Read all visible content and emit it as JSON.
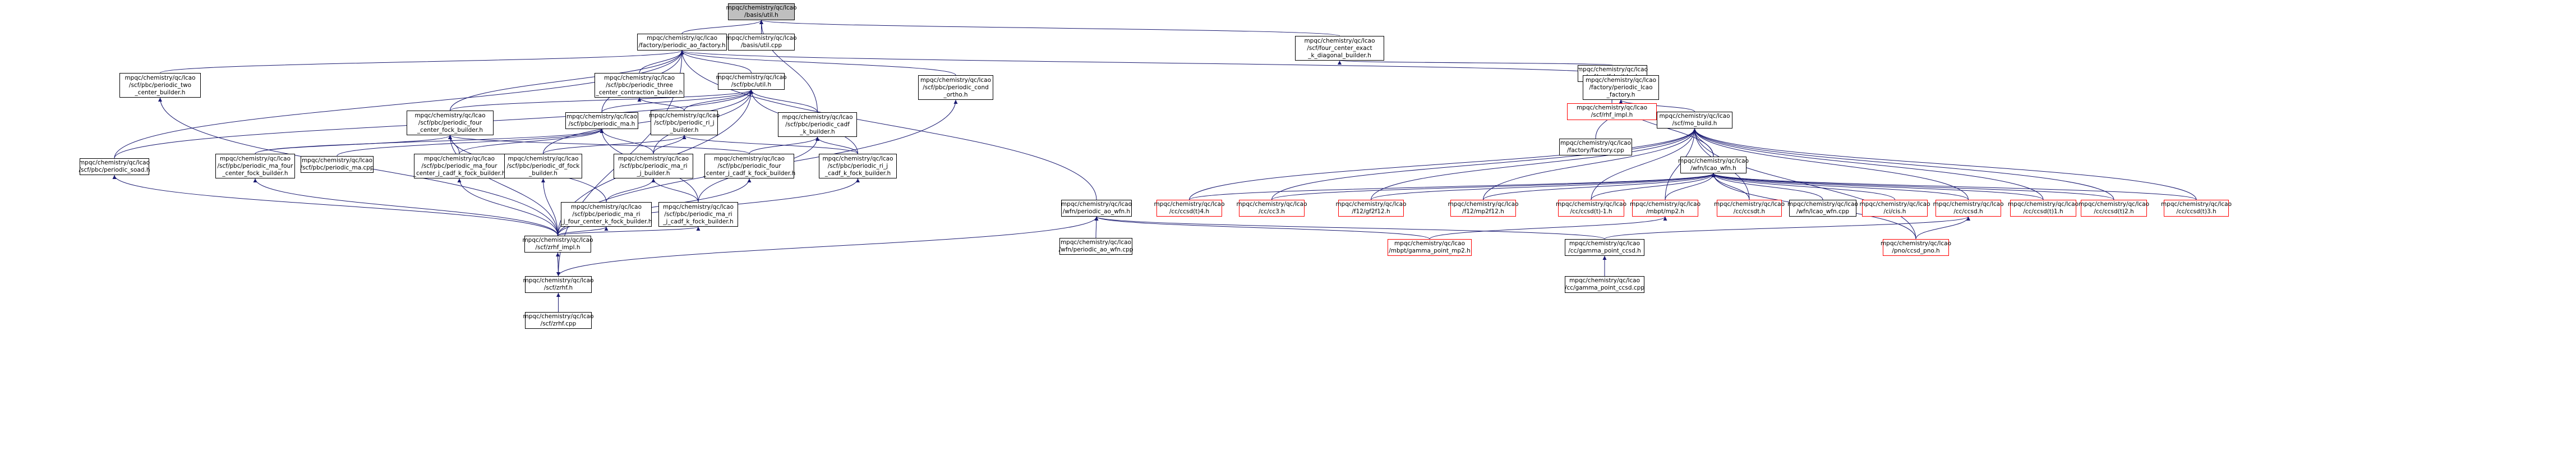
{
  "colors": {
    "edge": "#191970",
    "node_border": "#000000",
    "truncated_border": "#ff0000",
    "root_fill": "#bfbfbf",
    "background": "#ffffff"
  },
  "nodes": [
    {
      "id": "util_h",
      "label": "mpqc/chemistry/qc/lcao\n/basis/util.h",
      "root": true
    },
    {
      "id": "util_cpp",
      "label": "mpqc/chemistry/qc/lcao\n/basis/util.cpp"
    },
    {
      "id": "periodic_ao_factory",
      "label": "mpqc/chemistry/qc/lcao\n/factory/periodic_ao_factory.h"
    },
    {
      "id": "four_center_exact",
      "label": "mpqc/chemistry/qc/lcao\n/scf/four_center_exact\n_k_diagonal_builder.h"
    },
    {
      "id": "cadf_builder",
      "label": "mpqc/chemistry/qc/lcao\n/scf/cadf_builder.h"
    },
    {
      "id": "rhf_impl_red",
      "label": "mpqc/chemistry/qc/lcao\n/scf/rhf_impl.h",
      "red": true
    },
    {
      "id": "periodic_two_center",
      "label": "mpqc/chemistry/qc/lcao\n/scf/pbc/periodic_two\n_center_builder.h"
    },
    {
      "id": "periodic_three_center",
      "label": "mpqc/chemistry/qc/lcao\n/scf/pbc/periodic_three\n_center_contraction_builder.h"
    },
    {
      "id": "pbc_util",
      "label": "mpqc/chemistry/qc/lcao\n/scf/pbc/util.h"
    },
    {
      "id": "periodic_cond_ortho",
      "label": "mpqc/chemistry/qc/lcao\n/scf/pbc/periodic_cond\n_ortho.h"
    },
    {
      "id": "periodic_lcao_factory",
      "label": "mpqc/chemistry/qc/lcao\n/factory/periodic_lcao\n_factory.h"
    },
    {
      "id": "periodic_four_center_fock",
      "label": "mpqc/chemistry/qc/lcao\n/scf/pbc/periodic_four\n_center_fock_builder.h"
    },
    {
      "id": "periodic_ma",
      "label": "mpqc/chemistry/qc/lcao\n/scf/pbc/periodic_ma.h"
    },
    {
      "id": "periodic_ri_j",
      "label": "mpqc/chemistry/qc/lcao\n/scf/pbc/periodic_ri_j\n_builder.h"
    },
    {
      "id": "periodic_cadf_k",
      "label": "mpqc/chemistry/qc/lcao\n/scf/pbc/periodic_cadf\n_k_builder.h"
    },
    {
      "id": "factory_cpp",
      "label": "mpqc/chemistry/qc/lcao\n/factory/factory.cpp"
    },
    {
      "id": "to_build",
      "label": "mpqc/chemistry/qc/lcao\n/scf/mo_build.h"
    },
    {
      "id": "periodic_soad",
      "label": "mpqc/chemistry/qc/lcao\n/scf/pbc/periodic_soad.h"
    },
    {
      "id": "periodic_ma_four",
      "label": "mpqc/chemistry/qc/lcao\n/scf/pbc/periodic_ma_four\n_center_fock_builder.h"
    },
    {
      "id": "periodic_ma_cpp",
      "label": "mpqc/chemistry/qc/lcao\n/scf/pbc/periodic_ma.cpp"
    },
    {
      "id": "periodic_ma_four_j",
      "label": "mpqc/chemistry/qc/lcao\n/scf/pbc/periodic_ma_four\n_center_j_cadf_k_fock_builder.h"
    },
    {
      "id": "periodic_df_fock",
      "label": "mpqc/chemistry/qc/lcao\n/scf/pbc/periodic_df_fock\n_builder.h"
    },
    {
      "id": "periodic_ma_ri_j",
      "label": "mpqc/chemistry/qc/lcao\n/scf/pbc/periodic_ma_ri\n_j_builder.h"
    },
    {
      "id": "periodic_four_j_cadf",
      "label": "mpqc/chemistry/qc/lcao\n/scf/pbc/periodic_four\n_center_j_cadf_k_fock_builder.h"
    },
    {
      "id": "periodic_ri_j_cadf",
      "label": "mpqc/chemistry/qc/lcao\n/scf/pbc/periodic_ri_j\n_cadf_k_fock_builder.h"
    },
    {
      "id": "periodic_ma_ri_four",
      "label": "mpqc/chemistry/qc/lcao\n/scf/pbc/periodic_ma_ri\n_j_four_center_k_fock_builder.h"
    },
    {
      "id": "periodic_ma_ri_cadf",
      "label": "mpqc/chemistry/qc/lcao\n/scf/pbc/periodic_ma_ri\n_j_cadf_k_fock_builder.h"
    },
    {
      "id": "rhf_impl",
      "label": "mpqc/chemistry/qc/lcao\n/scf/zrhf_impl.h"
    },
    {
      "id": "periodic_ao_wfn",
      "label": "mpqc/chemistry/qc/lcao\n/wfn/periodic_ao_wfn.h"
    },
    {
      "id": "zrhf_h",
      "label": "mpqc/chemistry/qc/lcao\n/scf/zrhf.h"
    },
    {
      "id": "zrhf_cpp",
      "label": "mpqc/chemistry/qc/lcao\n/scf/zrhf.cpp"
    },
    {
      "id": "periodic_ao_wfn_cpp",
      "label": "mpqc/chemistry/qc/lcao\n/wfn/periodic_ao_wfn.cpp"
    },
    {
      "id": "lcao_wfn",
      "label": "mpqc/chemistry/qc/lcao\n/wfn/lcao_wfn.h"
    },
    {
      "id": "ccsdt4",
      "label": "mpqc/chemistry/qc/lcao\n/cc/ccsd(t)4.h",
      "red": true
    },
    {
      "id": "cc3",
      "label": "mpqc/chemistry/qc/lcao\n/cc/cc3.h",
      "red": true
    },
    {
      "id": "f12_gf2f12",
      "label": "mpqc/chemistry/qc/lcao\n/f12/gf2f12.h",
      "red": true
    },
    {
      "id": "f12_mp2f12",
      "label": "mpqc/chemistry/qc/lcao\n/f12/mp2f12.h",
      "red": true
    },
    {
      "id": "eomccsd",
      "label": "mpqc/chemistry/qc/lcao\n/cc/ccsd(t)-1.h",
      "red": true
    },
    {
      "id": "mbpt_mp2",
      "label": "mpqc/chemistry/qc/lcao\n/mbpt/mp2.h",
      "red": true
    },
    {
      "id": "ccsdt",
      "label": "mpqc/chemistry/qc/lcao\n/cc/ccsdt.h",
      "red": true
    },
    {
      "id": "wfn_lcao_cpp",
      "label": "mpqc/chemistry/qc/lcao\n/wfn/lcao_wfn.cpp"
    },
    {
      "id": "cis",
      "label": "mpqc/chemistry/qc/lcao\n/ci/cis.h",
      "red": true
    },
    {
      "id": "ccsd",
      "label": "mpqc/chemistry/qc/lcao\n/cc/ccsd.h",
      "red": true
    },
    {
      "id": "ccsdt1",
      "label": "mpqc/chemistry/qc/lcao\n/cc/ccsd(t)1.h",
      "red": true
    },
    {
      "id": "ccsdt2",
      "label": "mpqc/chemistry/qc/lcao\n/cc/ccsd(t)2.h",
      "red": true
    },
    {
      "id": "ccsdt3",
      "label": "mpqc/chemistry/qc/lcao\n/cc/ccsd(t)3.h",
      "red": true
    },
    {
      "id": "mbpt_gamma",
      "label": "mpqc/chemistry/qc/lcao\n/mbpt/gamma_point_mp2.h",
      "red": true
    },
    {
      "id": "gamma_ccsd",
      "label": "mpqc/chemistry/qc/lcao\n/cc/gamma_point_ccsd.h"
    },
    {
      "id": "gamma_ccsd_cpp",
      "label": "mpqc/chemistry/qc/lcao\n/cc/gamma_point_ccsd.cpp"
    },
    {
      "id": "eom_ccsd_pno",
      "label": "mpqc/chemistry/qc/lcao\n/pno/ccsd_pno.h",
      "red": true
    }
  ],
  "edges": [
    [
      "util_cpp",
      "util_h"
    ],
    [
      "periodic_ao_factory",
      "util_h"
    ],
    [
      "four_center_exact",
      "util_h"
    ],
    [
      "periodic_cadf_k",
      "util_h"
    ],
    [
      "cadf_builder",
      "four_center_exact"
    ],
    [
      "rhf_impl_red",
      "cadf_builder"
    ],
    [
      "periodic_two_center",
      "periodic_ao_factory"
    ],
    [
      "periodic_three_center",
      "periodic_ao_factory"
    ],
    [
      "pbc_util",
      "periodic_ao_factory"
    ],
    [
      "periodic_cond_ortho",
      "periodic_ao_factory"
    ],
    [
      "periodic_lcao_factory",
      "periodic_ao_factory"
    ],
    [
      "periodic_four_center_fock",
      "periodic_ao_factory"
    ],
    [
      "periodic_ma",
      "periodic_ao_factory"
    ],
    [
      "periodic_soad",
      "periodic_ao_factory"
    ],
    [
      "periodic_ao_wfn",
      "periodic_ao_factory"
    ],
    [
      "zrhf_h",
      "periodic_ao_factory"
    ],
    [
      "rhf_impl",
      "periodic_two_center"
    ],
    [
      "periodic_ri_j",
      "periodic_three_center"
    ],
    [
      "periodic_four_center_fock",
      "pbc_util"
    ],
    [
      "periodic_ma",
      "pbc_util"
    ],
    [
      "periodic_ri_j",
      "pbc_util"
    ],
    [
      "periodic_cadf_k",
      "pbc_util"
    ],
    [
      "periodic_ma_ri_j",
      "pbc_util"
    ],
    [
      "periodic_df_fock",
      "pbc_util"
    ],
    [
      "periodic_ri_j_cadf",
      "pbc_util"
    ],
    [
      "rhf_impl",
      "pbc_util"
    ],
    [
      "periodic_soad",
      "pbc_util"
    ],
    [
      "rhf_impl",
      "periodic_cond_ortho"
    ],
    [
      "factory_cpp",
      "periodic_lcao_factory"
    ],
    [
      "to_build",
      "periodic_lcao_factory"
    ],
    [
      "lcao_wfn",
      "periodic_lcao_factory"
    ],
    [
      "periodic_ma_four",
      "periodic_four_center_fock"
    ],
    [
      "periodic_ma_four_j",
      "periodic_four_center_fock"
    ],
    [
      "periodic_four_j_cadf",
      "periodic_four_center_fock"
    ],
    [
      "periodic_ma_ri_four",
      "periodic_four_center_fock"
    ],
    [
      "rhf_impl",
      "periodic_four_center_fock"
    ],
    [
      "periodic_ma_cpp",
      "periodic_ma"
    ],
    [
      "periodic_ma_four",
      "periodic_ma"
    ],
    [
      "periodic_ma_four_j",
      "periodic_ma"
    ],
    [
      "periodic_ma_ri_j",
      "periodic_ma"
    ],
    [
      "periodic_ma_ri_cadf",
      "periodic_ma"
    ],
    [
      "periodic_ma_ri_j",
      "periodic_ri_j"
    ],
    [
      "periodic_ri_j_cadf",
      "periodic_ri_j"
    ],
    [
      "periodic_df_fock",
      "periodic_ri_j"
    ],
    [
      "periodic_four_j_cadf",
      "periodic_cadf_k"
    ],
    [
      "periodic_ri_j_cadf",
      "periodic_cadf_k"
    ],
    [
      "periodic_ma_ri_cadf",
      "periodic_cadf_k"
    ],
    [
      "periodic_ma_ri_four",
      "periodic_ma_ri_j"
    ],
    [
      "periodic_ma_ri_cadf",
      "periodic_ma_ri_j"
    ],
    [
      "rhf_impl",
      "periodic_ma_four"
    ],
    [
      "rhf_impl",
      "periodic_ma_four_j"
    ],
    [
      "rhf_impl",
      "periodic_df_fock"
    ],
    [
      "rhf_impl",
      "periodic_four_j_cadf"
    ],
    [
      "rhf_impl",
      "periodic_ri_j_cadf"
    ],
    [
      "rhf_impl",
      "periodic_ma_ri_four"
    ],
    [
      "rhf_impl",
      "periodic_ma_ri_cadf"
    ],
    [
      "rhf_impl",
      "periodic_soad"
    ],
    [
      "zrhf_h",
      "rhf_impl"
    ],
    [
      "rhf_impl",
      "zrhf_h"
    ],
    [
      "zrhf_cpp",
      "zrhf_h"
    ],
    [
      "zrhf_h",
      "periodic_ao_wfn"
    ],
    [
      "periodic_ao_wfn_cpp",
      "periodic_ao_wfn"
    ],
    [
      "mbpt_gamma",
      "periodic_ao_wfn"
    ],
    [
      "gamma_ccsd",
      "periodic_ao_wfn"
    ],
    [
      "lcao_wfn",
      "to_build"
    ],
    [
      "ccsdt4",
      "to_build"
    ],
    [
      "cc3",
      "to_build"
    ],
    [
      "f12_gf2f12",
      "to_build"
    ],
    [
      "f12_mp2f12",
      "to_build"
    ],
    [
      "eomccsd",
      "to_build"
    ],
    [
      "mbpt_mp2",
      "to_build"
    ],
    [
      "ccsdt",
      "to_build"
    ],
    [
      "ccsd",
      "to_build"
    ],
    [
      "ccsdt1",
      "to_build"
    ],
    [
      "ccsdt2",
      "to_build"
    ],
    [
      "ccsdt3",
      "to_build"
    ],
    [
      "eom_ccsd_pno",
      "to_build"
    ],
    [
      "ccsdt4",
      "lcao_wfn"
    ],
    [
      "cc3",
      "lcao_wfn"
    ],
    [
      "f12_gf2f12",
      "lcao_wfn"
    ],
    [
      "f12_mp2f12",
      "lcao_wfn"
    ],
    [
      "eomccsd",
      "lcao_wfn"
    ],
    [
      "mbpt_mp2",
      "lcao_wfn"
    ],
    [
      "ccsdt",
      "lcao_wfn"
    ],
    [
      "wfn_lcao_cpp",
      "lcao_wfn"
    ],
    [
      "cis",
      "lcao_wfn"
    ],
    [
      "ccsd",
      "lcao_wfn"
    ],
    [
      "ccsdt1",
      "lcao_wfn"
    ],
    [
      "ccsdt2",
      "lcao_wfn"
    ],
    [
      "ccsdt3",
      "lcao_wfn"
    ],
    [
      "eom_ccsd_pno",
      "lcao_wfn"
    ],
    [
      "mbpt_gamma",
      "mbpt_mp2"
    ],
    [
      "gamma_ccsd",
      "ccsd"
    ],
    [
      "eom_ccsd_pno",
      "ccsd"
    ],
    [
      "gamma_ccsd_cpp",
      "gamma_ccsd"
    ],
    [
      "rhf_impl_red",
      "cadf_builder"
    ]
  ]
}
